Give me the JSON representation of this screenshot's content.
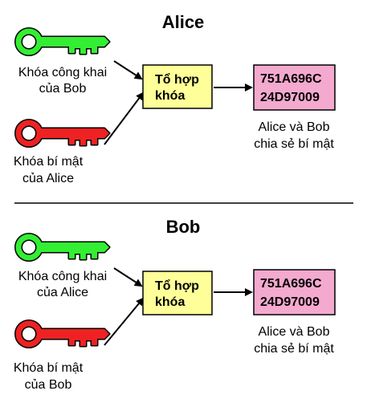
{
  "colors": {
    "public_key": "#33ee33",
    "private_key": "#ee2222",
    "combine_box": "#ffff99",
    "secret_box": "#f4a9cf"
  },
  "sections": [
    {
      "title": "Alice",
      "public_key": {
        "icon": "green-key-icon",
        "line1": "Khóa công khai",
        "line2": "của Bob"
      },
      "private_key": {
        "icon": "red-key-icon",
        "line1": "Khóa bí mật",
        "line2": "của Alice"
      },
      "combine": {
        "line1": "Tổ hợp",
        "line2": "khóa"
      },
      "secret": {
        "line1": "751A696C",
        "line2": "24D97009"
      },
      "caption": {
        "line1": "Alice và Bob",
        "line2": "chia sẻ bí mật"
      }
    },
    {
      "title": "Bob",
      "public_key": {
        "icon": "green-key-icon",
        "line1": "Khóa công khai",
        "line2": "của Alice"
      },
      "private_key": {
        "icon": "red-key-icon",
        "line1": "Khóa bí mật",
        "line2": "của Bob"
      },
      "combine": {
        "line1": "Tổ hợp",
        "line2": "khóa"
      },
      "secret": {
        "line1": "751A696C",
        "line2": "24D97009"
      },
      "caption": {
        "line1": "Alice và Bob",
        "line2": "chia sẻ bí mật"
      }
    }
  ]
}
